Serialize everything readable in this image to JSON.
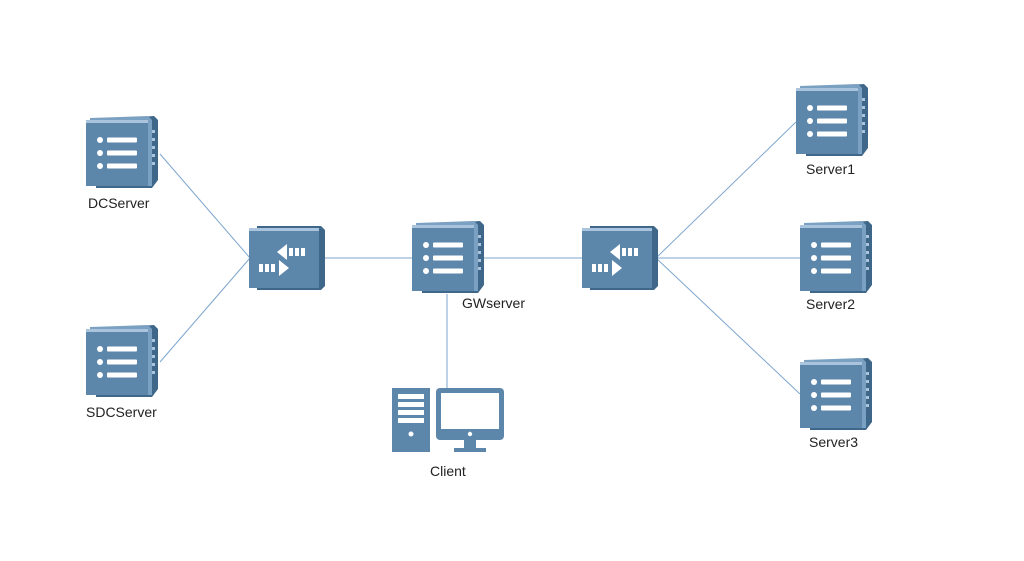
{
  "colors": {
    "line": "#7ea6cf",
    "device_face": "#5d86ab",
    "device_dark": "#3f6789",
    "device_light": "#a9c4dc",
    "glyph": "#ffffff"
  },
  "nodes": {
    "dc_server": {
      "label": "DCServer",
      "icon": "server-icon"
    },
    "sdc_server": {
      "label": "SDCServer",
      "icon": "server-icon"
    },
    "left_switch": {
      "label": "",
      "icon": "switch-icon"
    },
    "gw_server": {
      "label": "GWserver",
      "icon": "server-icon"
    },
    "right_switch": {
      "label": "",
      "icon": "switch-icon"
    },
    "client": {
      "label": "Client",
      "icon": "desktop-computer-icon"
    },
    "server1": {
      "label": "Server1",
      "icon": "server-icon"
    },
    "server2": {
      "label": "Server2",
      "icon": "server-icon"
    },
    "server3": {
      "label": "Server3",
      "icon": "server-icon"
    }
  }
}
